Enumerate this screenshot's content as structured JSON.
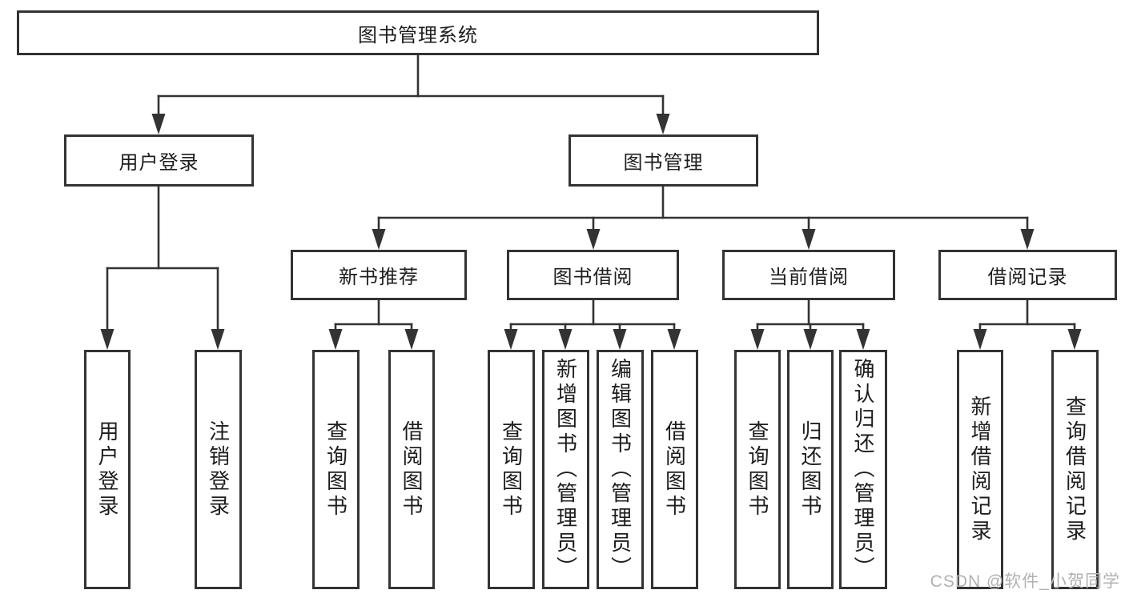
{
  "diagram": {
    "root": "图书管理系统",
    "level2": {
      "user_login": "用户登录",
      "book_mgmt": "图书管理"
    },
    "level3": {
      "new_book_rec": "新书推荐",
      "book_borrow": "图书借阅",
      "current_borrow": "当前借阅",
      "borrow_record": "借阅记录"
    },
    "leaves": {
      "user_login": [
        "用户登录",
        "注销登录"
      ],
      "new_book_rec": [
        "查询图书",
        "借阅图书"
      ],
      "book_borrow": [
        "查询图书",
        "新增图书（管理员）",
        "编辑图书（管理员）",
        "借阅图书"
      ],
      "current_borrow": [
        "查询图书",
        "归还图书",
        "确认归还（管理员）"
      ],
      "borrow_record": [
        "新增借阅记录",
        "查询借阅记录"
      ]
    }
  },
  "colors": {
    "line": "#333333",
    "box_border": "#333333",
    "text": "#1d1d1f",
    "watermark": "#b2b1b2"
  },
  "watermark": "CSDN @软件_小贺同学"
}
